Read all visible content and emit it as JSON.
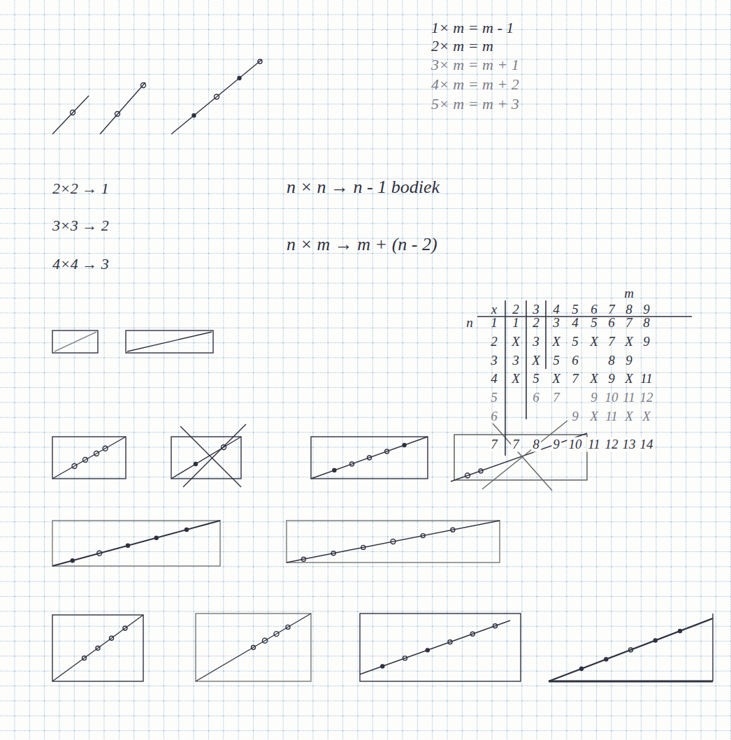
{
  "diagram": {
    "labels": [
      "1× m = m - 1",
      "2× m = m",
      "3× m = m + 1",
      "4× m = m + 2",
      "5× m = m + 3",
      "2×2 → 1",
      "n × n → n - 1 bodiek",
      "3×3 → 2",
      "n × m → m + (n - 2)",
      "4×4 → 3",
      "m",
      "x",
      "2",
      "3",
      "4",
      "5",
      "6",
      "7",
      "8",
      "9",
      "n",
      "1",
      "1",
      "2",
      "3",
      "4",
      "5",
      "6",
      "7",
      "8",
      "2",
      "X",
      "3",
      "X",
      "5",
      "X",
      "7",
      "X",
      "9",
      "3",
      "3",
      "X",
      "5",
      "6",
      "8",
      "9",
      "4",
      "X",
      "5",
      "X",
      "7",
      "X",
      "9",
      "X",
      "11",
      "5",
      "6",
      "7",
      "9",
      "10",
      "11",
      "12",
      "6",
      "9",
      "X",
      "11",
      "X",
      "X",
      "7",
      "7",
      "8",
      "9",
      "10",
      "11",
      "12",
      "13",
      "14"
    ]
  }
}
